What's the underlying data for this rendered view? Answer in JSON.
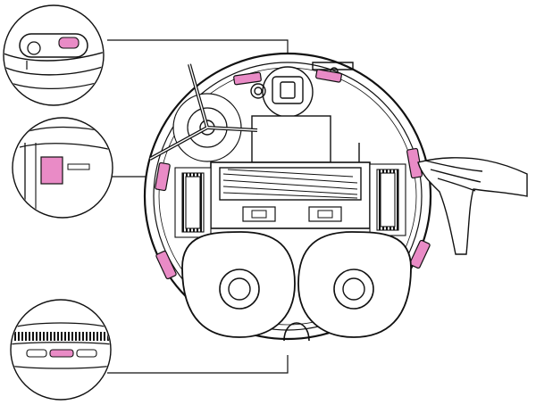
{
  "diagram": {
    "subject": "robot-vacuum-underside",
    "colors": {
      "line": "#111111",
      "highlight": "#e98bc6",
      "background": "#ffffff",
      "fill_light": "#ffffff"
    },
    "callouts": [
      {
        "id": "callout-top",
        "target": "front-sensor"
      },
      {
        "id": "callout-middle",
        "target": "side-sensor"
      },
      {
        "id": "callout-bottom",
        "target": "rear-sensor"
      }
    ],
    "icons": {
      "side_brush": "side-brush-icon",
      "main_brush": "main-brush-icon",
      "left_wheel": "left-wheel-icon",
      "right_wheel": "right-wheel-icon",
      "hand": "hand-with-cloth-icon"
    }
  }
}
